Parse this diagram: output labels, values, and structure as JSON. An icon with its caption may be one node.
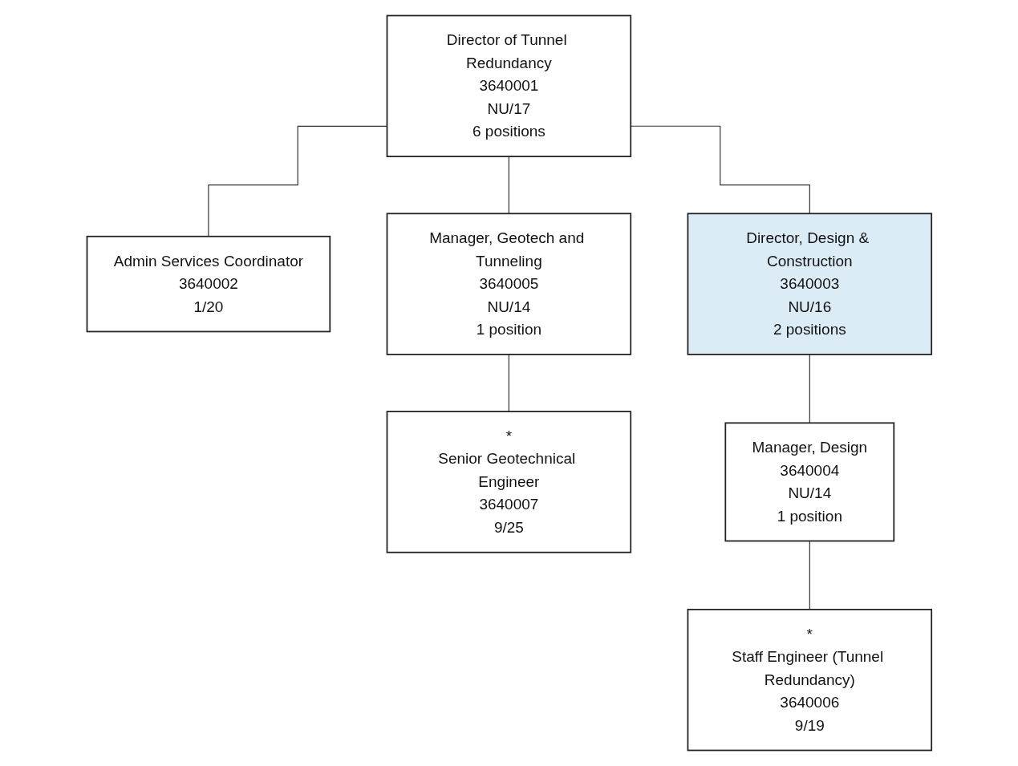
{
  "diagram": {
    "nodes": [
      {
        "text": [
          "Director of Tunnel Redundancy",
          "3640001",
          "NU/17",
          "6 positions"
        ]
      },
      {
        "text": [
          "Admin Services Coordinator",
          "3640002",
          "1/20"
        ]
      },
      {
        "text": [
          "Manager, Geotech and Tunneling",
          "3640005",
          "NU/14",
          "1 position"
        ]
      },
      {
        "text": [
          "Director, Design & Construction",
          "3640003",
          "NU/16",
          "2 positions"
        ]
      },
      {
        "text": [
          "*",
          "Senior Geotechnical Engineer",
          "3640007",
          "9/25"
        ]
      },
      {
        "text": [
          "Manager, Design",
          "3640004",
          "NU/14",
          "1 position"
        ]
      },
      {
        "text": [
          "*",
          "Staff Engineer (Tunnel Redundancy)",
          "3640006",
          "9/19"
        ]
      }
    ],
    "edges": [
      {
        "from": 0,
        "to": 1,
        "arrow": "none"
      },
      {
        "from": 0,
        "to": 2,
        "arrow": "none"
      },
      {
        "from": 0,
        "to": 3,
        "arrow": "none"
      },
      {
        "from": 2,
        "to": 4,
        "arrow": "none"
      },
      {
        "from": 3,
        "to": 5,
        "arrow": "none"
      },
      {
        "from": 5,
        "to": 6,
        "arrow": "none"
      }
    ]
  }
}
